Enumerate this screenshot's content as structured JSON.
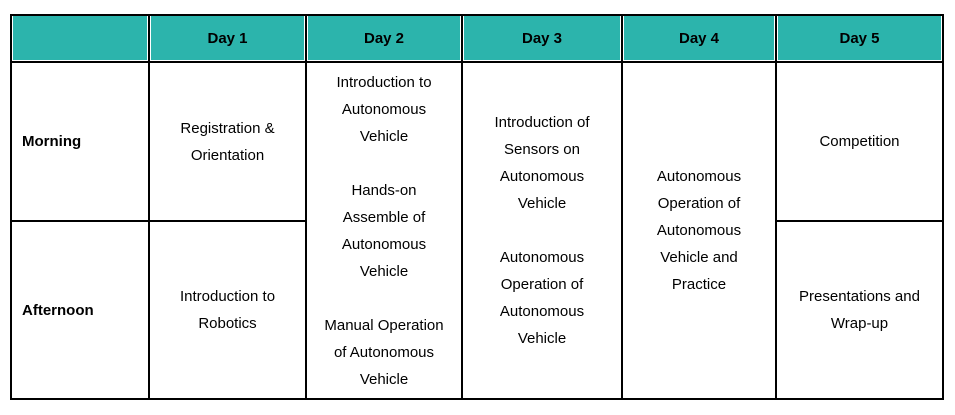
{
  "theme": {
    "header_bg": "#2cb4ac",
    "border_color": "#000000",
    "text_color": "#000000",
    "page_bg": "#ffffff"
  },
  "table": {
    "header": {
      "corner": "",
      "days": [
        "Day 1",
        "Day 2",
        "Day 3",
        "Day 4",
        "Day 5"
      ]
    },
    "row_labels": {
      "morning": "Morning",
      "afternoon": "Afternoon"
    },
    "cells": {
      "day1_morning": [
        "Registration &\nOrientation"
      ],
      "day2_all_day": [
        "Introduction to\nAutonomous\nVehicle",
        "Hands-on\nAssemble of\nAutonomous\nVehicle",
        "Manual Operation\nof Autonomous\nVehicle"
      ],
      "day3_all_day": [
        "Introduction of\nSensors on\nAutonomous\nVehicle",
        "Autonomous\nOperation of\nAutonomous\nVehicle"
      ],
      "day4_all_day": [
        "Autonomous\nOperation of\nAutonomous\nVehicle and\nPractice"
      ],
      "day5_morning": [
        "Competition"
      ],
      "day1_afternoon": [
        "Introduction to\nRobotics"
      ],
      "day5_afternoon": [
        "Presentations and\nWrap-up"
      ]
    }
  }
}
